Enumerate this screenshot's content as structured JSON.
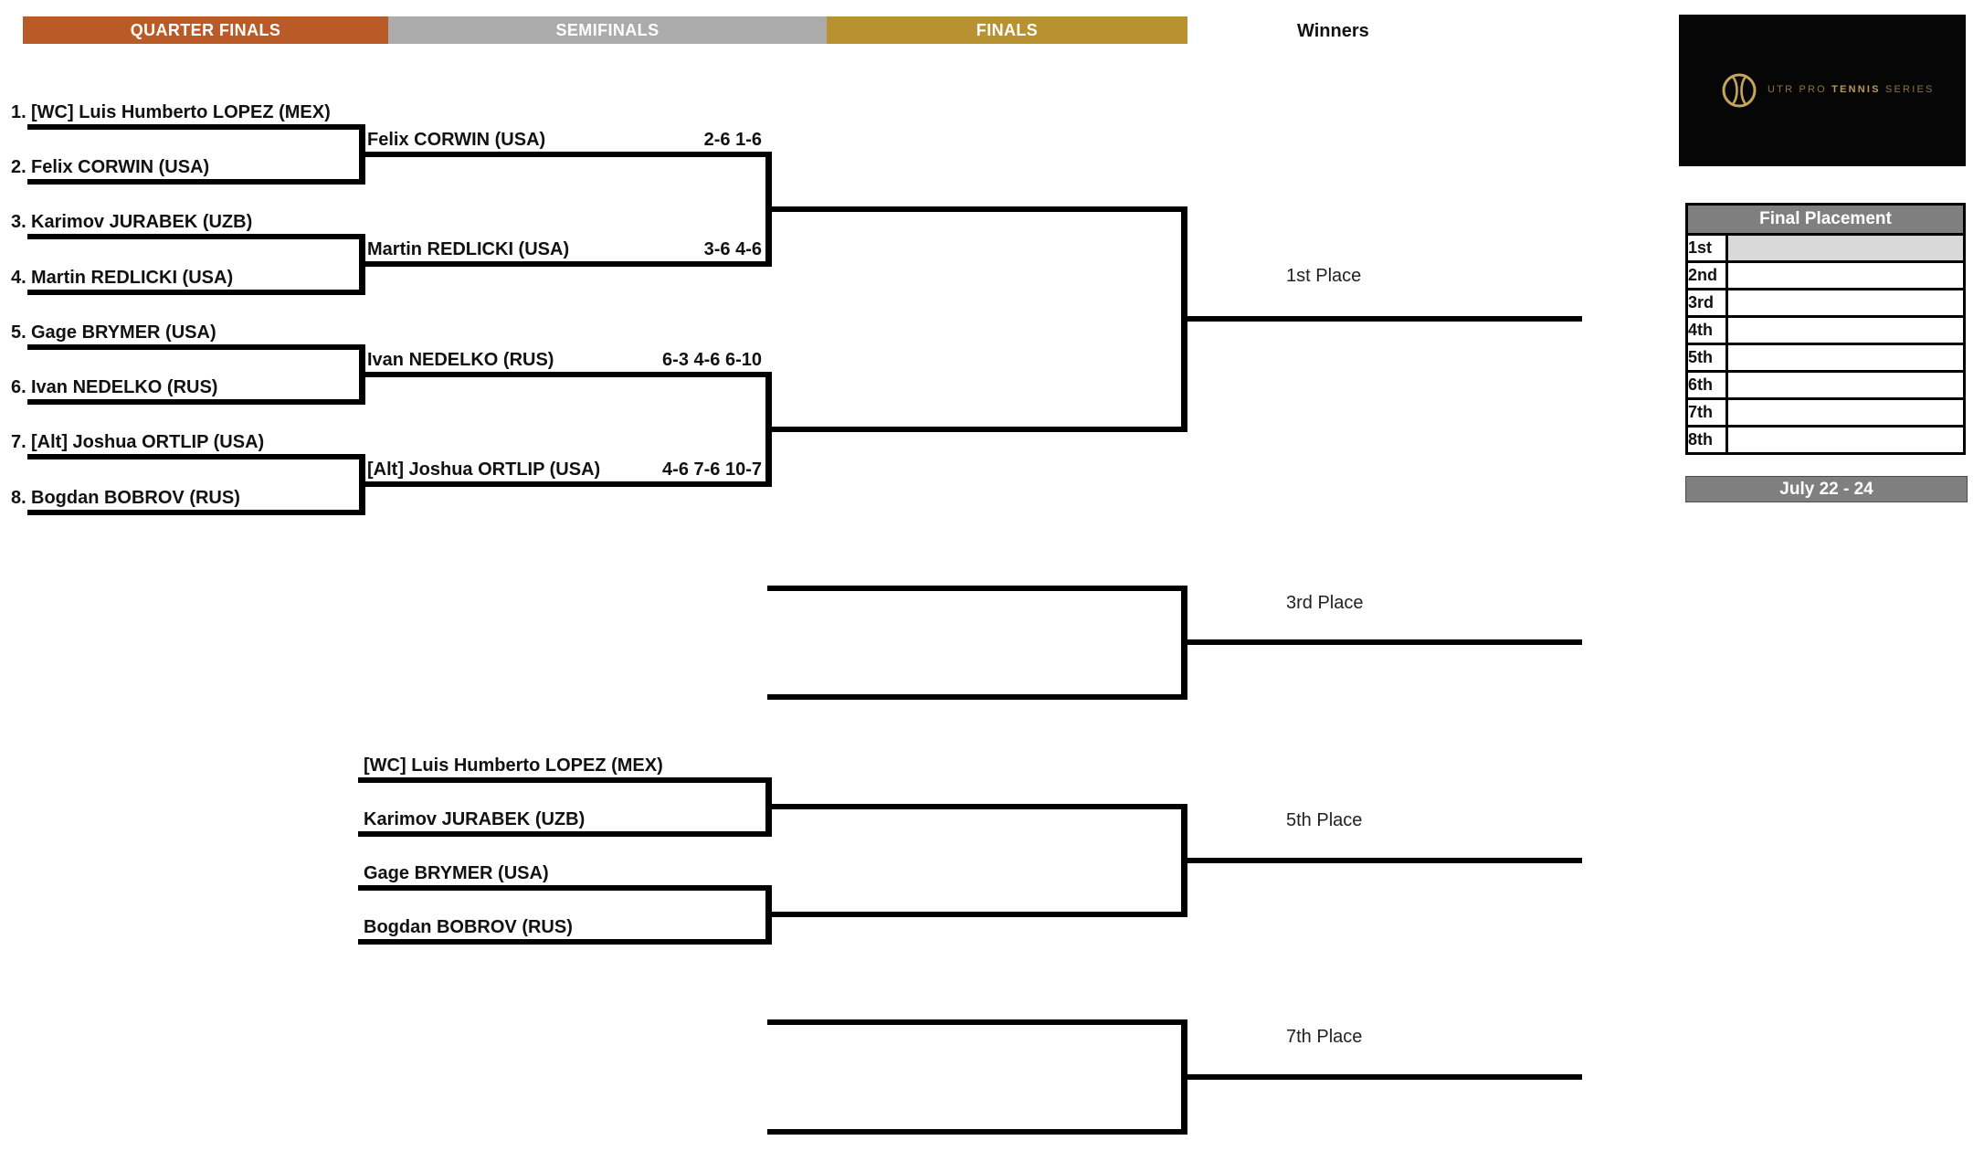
{
  "header": {
    "rounds": [
      {
        "label": "QUARTER FINALS",
        "color": "#BA5A26"
      },
      {
        "label": "SEMIFINALS",
        "color": "#ABABAB"
      },
      {
        "label": "FINALS",
        "color": "#B89130"
      }
    ],
    "winners_label": "Winners"
  },
  "bracket": {
    "quarterfinals": [
      {
        "seed": "1.",
        "name": "[WC] Luis Humberto LOPEZ (MEX)"
      },
      {
        "seed": "2.",
        "name": "Felix CORWIN (USA)"
      },
      {
        "seed": "3.",
        "name": "Karimov JURABEK (UZB)"
      },
      {
        "seed": "4.",
        "name": "Martin REDLICKI (USA)"
      },
      {
        "seed": "5.",
        "name": "Gage BRYMER (USA)"
      },
      {
        "seed": "6.",
        "name": "Ivan NEDELKO (RUS)"
      },
      {
        "seed": "7.",
        "name": "[Alt] Joshua ORTLIP (USA)"
      },
      {
        "seed": "8.",
        "name": "Bogdan BOBROV (RUS)"
      }
    ],
    "semifinals": [
      {
        "name": "Felix CORWIN (USA)",
        "score": "2-6 1-6"
      },
      {
        "name": "Martin REDLICKI (USA)",
        "score": "3-6 4-6"
      },
      {
        "name": "Ivan NEDELKO (RUS)",
        "score": "6-3 4-6 6-10"
      },
      {
        "name": "[Alt] Joshua ORTLIP (USA)",
        "score": "4-6 7-6 10-7"
      }
    ],
    "consolation": [
      {
        "name": "[WC] Luis Humberto LOPEZ (MEX)"
      },
      {
        "name": "Karimov JURABEK (UZB)"
      },
      {
        "name": "Gage BRYMER (USA)"
      },
      {
        "name": "Bogdan BOBROV (RUS)"
      }
    ],
    "place_labels": [
      "1st Place",
      "3rd Place",
      "5th Place",
      "7th Place"
    ]
  },
  "logo": {
    "series_1": "UTR PRO",
    "series_2": "TENNIS",
    "series_3": "SERIES"
  },
  "placement_table": {
    "title": "Final Placement",
    "rows": [
      {
        "rank": "1st",
        "value": ""
      },
      {
        "rank": "2nd",
        "value": ""
      },
      {
        "rank": "3rd",
        "value": ""
      },
      {
        "rank": "4th",
        "value": ""
      },
      {
        "rank": "5th",
        "value": ""
      },
      {
        "rank": "6th",
        "value": ""
      },
      {
        "rank": "7th",
        "value": ""
      },
      {
        "rank": "8th",
        "value": ""
      }
    ]
  },
  "date_banner": "July 22 - 24",
  "colors": {
    "panel_gray": "#7F7F7F",
    "first_place_cell": "#D9D9D9",
    "logo_gold": "#C6A45C",
    "line_black": "#000000"
  }
}
